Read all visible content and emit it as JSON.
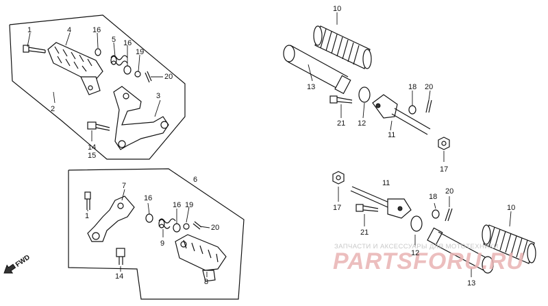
{
  "labels": {
    "l1a": "1",
    "l4a": "4",
    "l16a": "16",
    "l5": "5",
    "l16b": "16",
    "l19a": "19",
    "l20a": "20",
    "l2": "2",
    "l3": "3",
    "l14a": "14",
    "l15": "15",
    "l10a": "10",
    "l13a": "13",
    "l18a": "18",
    "l20b": "20",
    "l21a": "21",
    "l12a": "12",
    "l11a": "11",
    "l17a": "17",
    "l6": "6",
    "l7": "7",
    "l1b": "1",
    "l16c": "16",
    "l16d": "16",
    "l19b": "19",
    "l20c": "20",
    "l9": "9",
    "l14b": "14",
    "l8": "8",
    "l11b": "11",
    "l17b": "17",
    "l18b": "18",
    "l20d": "20",
    "l21b": "21",
    "l12b": "12",
    "l10b": "10",
    "l13b": "13"
  },
  "fwd_label": "FWD",
  "watermark": {
    "small": "ЗАПЧАСТИ И АКСЕССУАРЫ ДЛЯ МОТОТЕХНИКИ",
    "brand": "PARTSFORU.RU"
  }
}
